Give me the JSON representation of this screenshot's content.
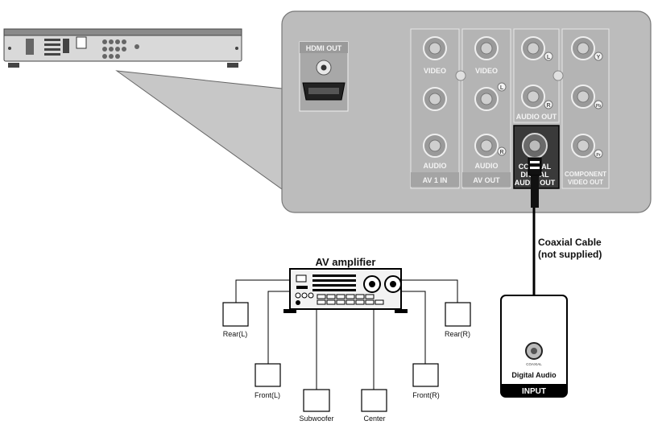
{
  "colors": {
    "panel": "#bcbcbc",
    "panel_dark": "#9a9a9a",
    "panel_light": "#d8d8d8",
    "line": "#000000",
    "amp_fill": "#f2f2f2"
  },
  "player_panel": {
    "hdmi_out": "HDMI OUT",
    "av1_in": "AV 1 IN",
    "av_out": "AV OUT",
    "video": "VIDEO",
    "audio": "AUDIO",
    "audio_out": "AUDIO OUT",
    "coaxial": "COAXIAL",
    "digital": "DIGITAL",
    "audio_out_2": "AUDIO OUT",
    "component": "COMPONENT",
    "video_out": "VIDEO OUT",
    "mark_l": "L",
    "mark_r": "R",
    "mark_y": "Y",
    "mark_pb": "Pb",
    "mark_pr": "Pr"
  },
  "cable": {
    "label_line1": "Coaxial Cable",
    "label_line2": "(not supplied)"
  },
  "amplifier": {
    "title": "AV amplifier"
  },
  "input_box": {
    "small_label": "COAXIAL",
    "label": "Digital Audio",
    "footer": "INPUT"
  },
  "speakers": {
    "rear_l": "Rear(L)",
    "front_l": "Front(L)",
    "subwoofer": "Subwoofer",
    "center": "Center",
    "front_r": "Front(R)",
    "rear_r": "Rear(R)"
  }
}
